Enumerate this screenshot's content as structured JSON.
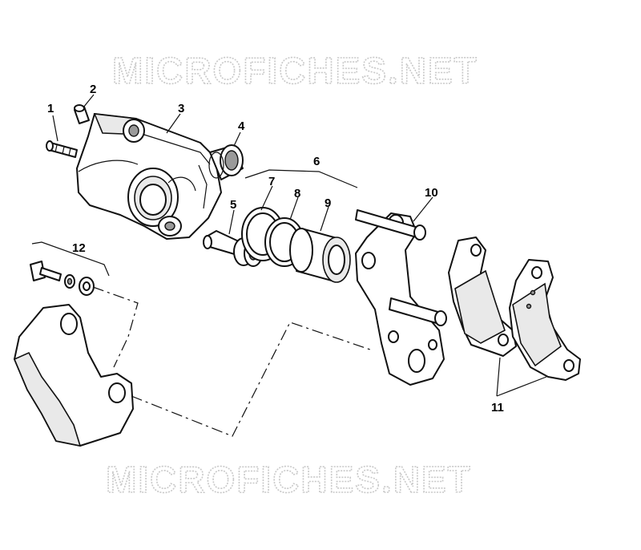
{
  "watermark": {
    "text_top": "MICROFICHES.NET",
    "text_bottom": "MICROFICHES.NET"
  },
  "callouts": {
    "c1": "1",
    "c2": "2",
    "c3": "3",
    "c4": "4",
    "c5": "5",
    "c6": "6",
    "c7": "7",
    "c8": "8",
    "c9": "9",
    "c10": "10",
    "c11": "11",
    "c12": "12"
  }
}
